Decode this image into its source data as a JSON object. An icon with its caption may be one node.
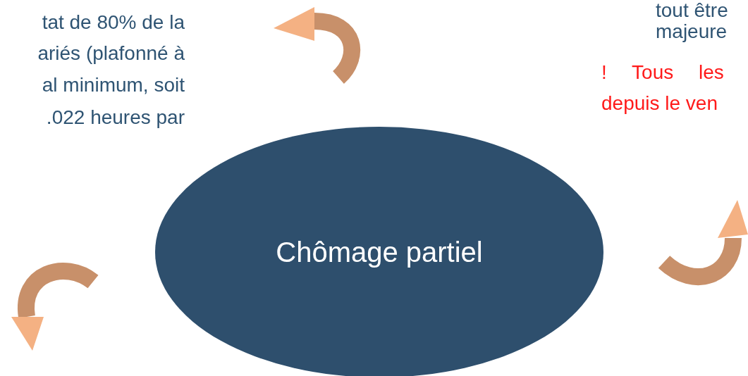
{
  "diagram": {
    "nodes": [
      {
        "text": [
          "Chômage partiel"
        ]
      }
    ],
    "labels": [
      "tat de 80% de la",
      "ariés (plafonné à",
      "al minimum, soit",
      ".022 heures par",
      "tout être",
      "majeure",
      "! Tous les",
      "depuis le ven"
    ]
  }
}
